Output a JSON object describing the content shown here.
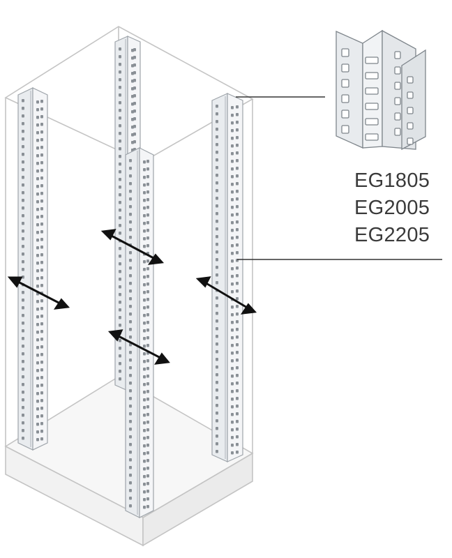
{
  "product_codes": [
    "EG1805",
    "EG2005",
    "EG2205"
  ],
  "colors": {
    "outline": "#c4c4c4",
    "rail_fill": "#e9ecef",
    "rail_stroke": "#9ea4aa",
    "hole": "#8a9096",
    "arrow": "#111111",
    "leader": "#333333",
    "text": "#3a3a3a"
  }
}
